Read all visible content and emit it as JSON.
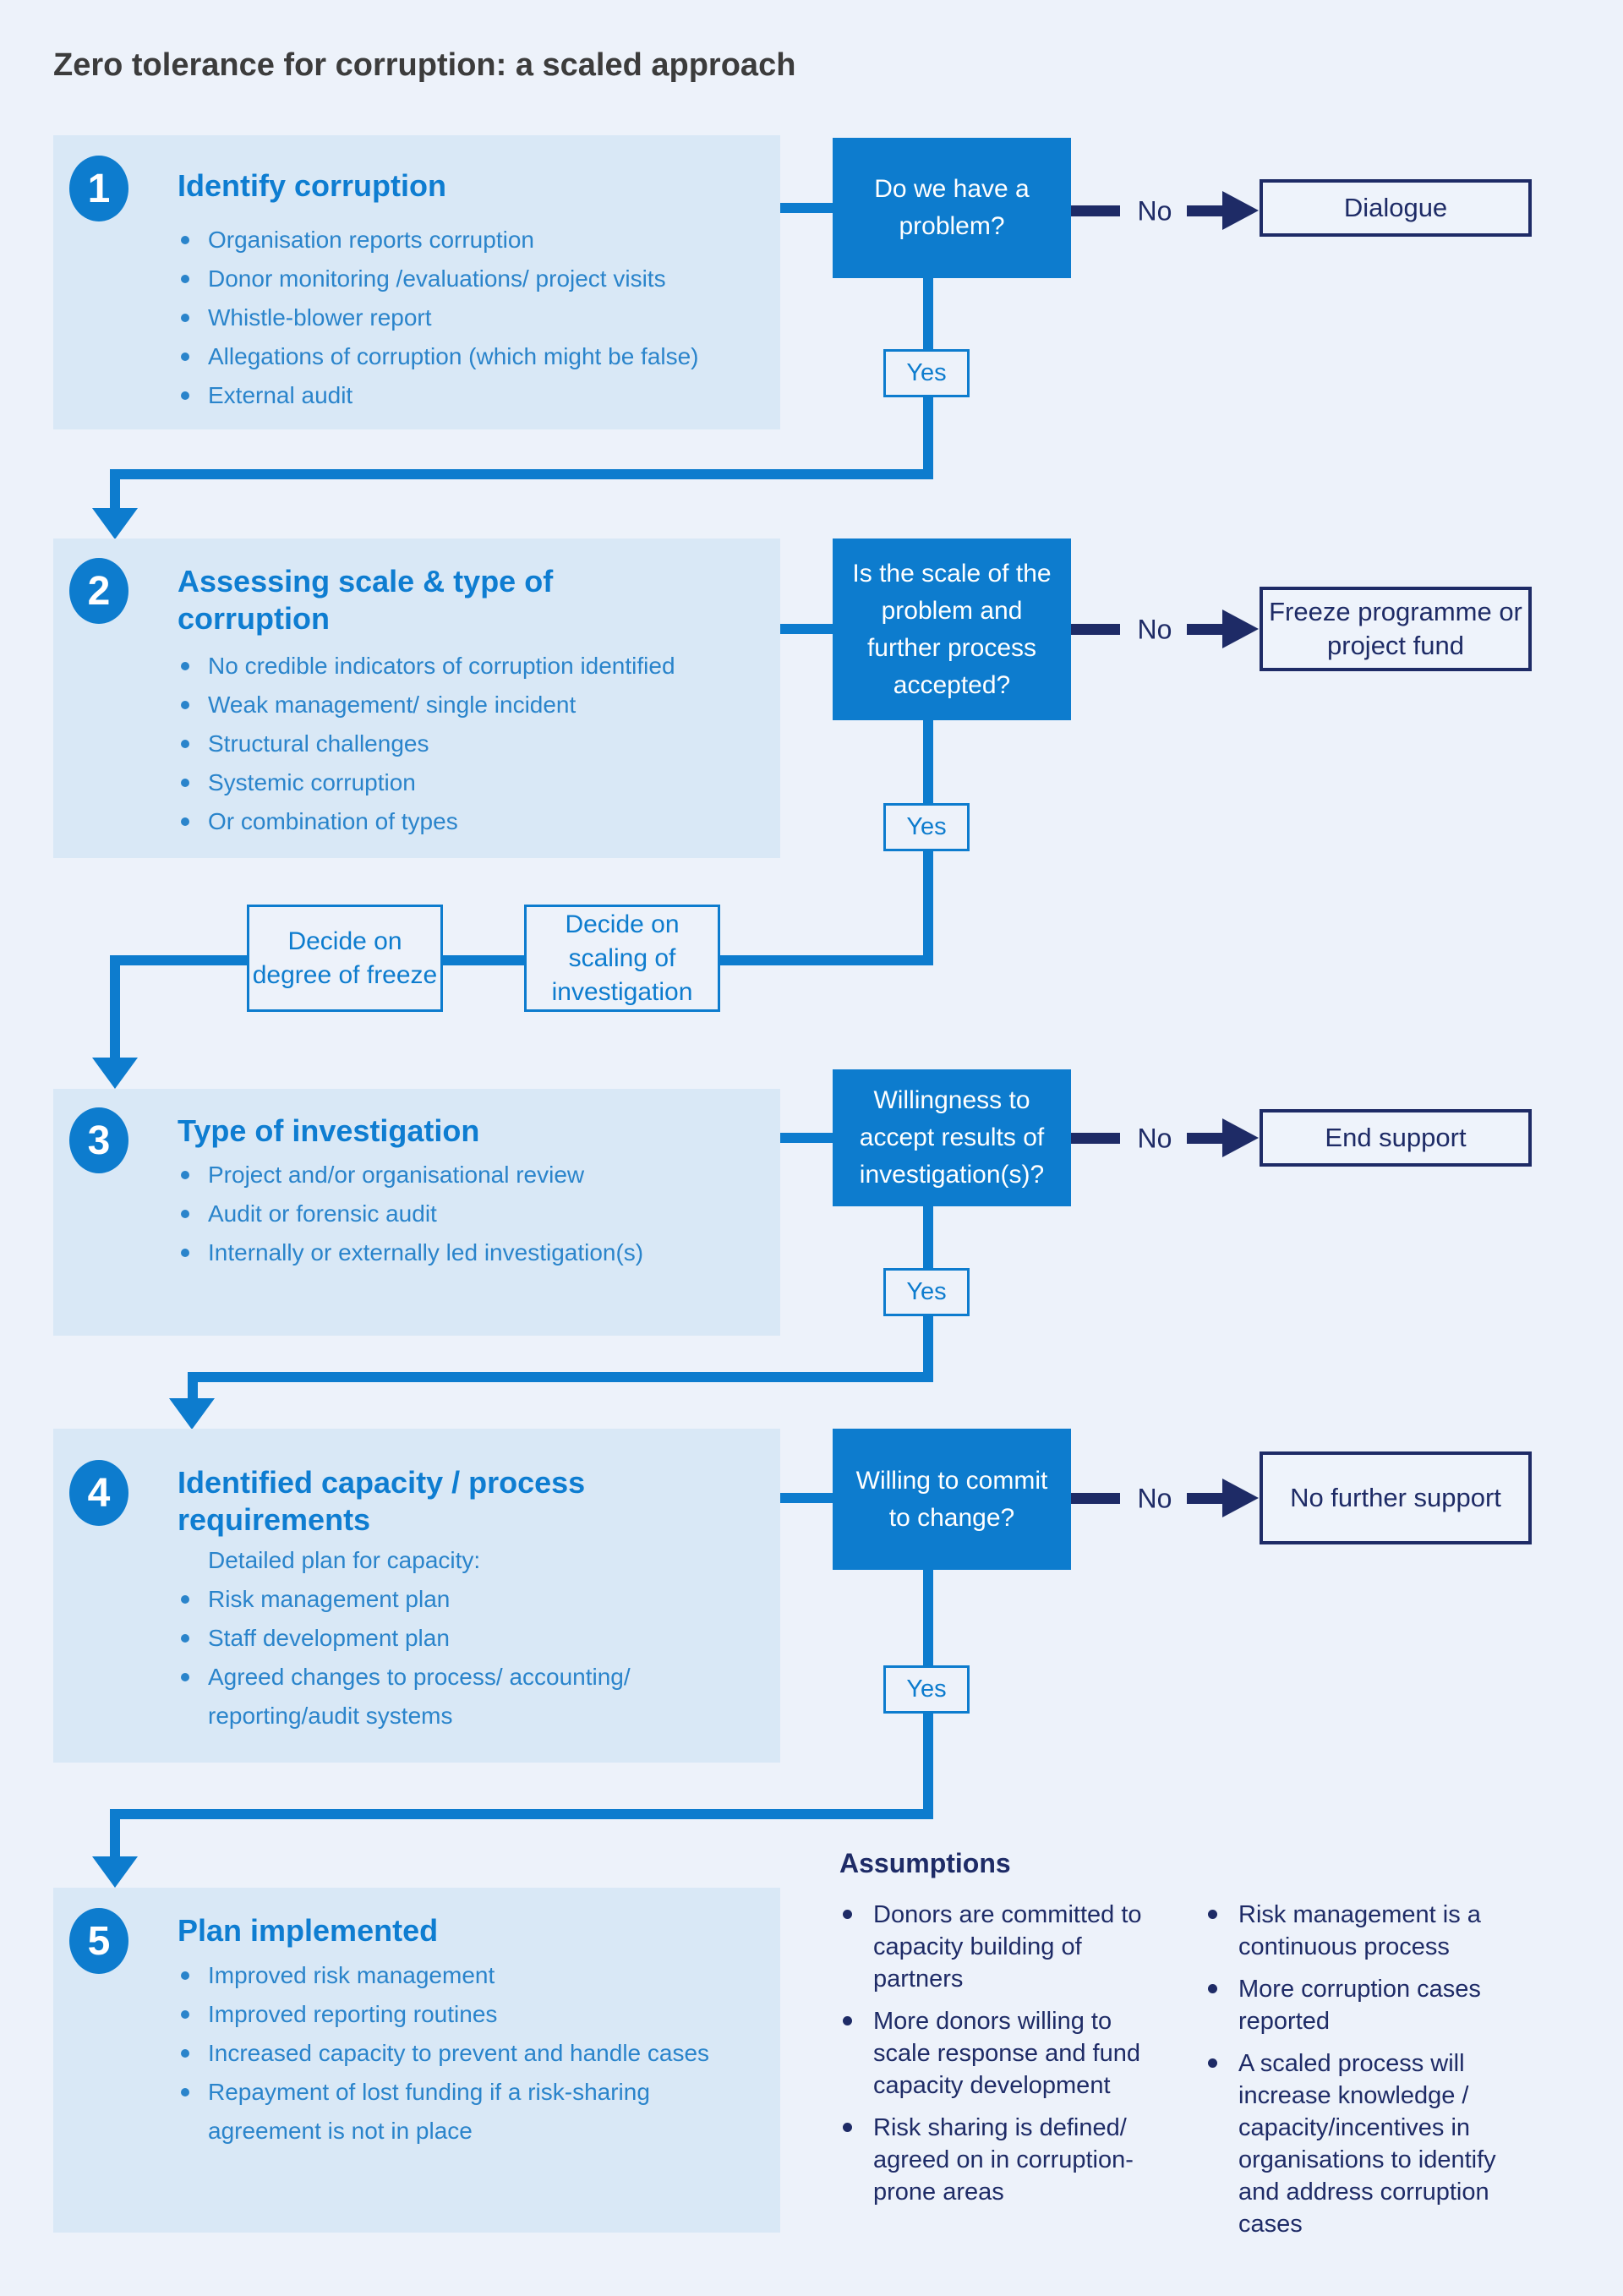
{
  "page": {
    "title": "Zero tolerance for corruption: a scaled approach"
  },
  "labels": {
    "yes": "Yes",
    "no": "No"
  },
  "steps": [
    {
      "number": "1",
      "title": "Identify corruption",
      "bullets": [
        "Organisation reports corruption",
        "Donor monitoring /evaluations/ project visits",
        "Whistle-blower report",
        "Allegations of corruption (which might be false)",
        "External audit"
      ],
      "decision": "Do we have a problem?",
      "no_result": "Dialogue"
    },
    {
      "number": "2",
      "title": "Assessing scale & type of corruption",
      "bullets": [
        "No credible indicators of corruption identified",
        "Weak management/ single incident",
        "Structural challenges",
        "Systemic corruption",
        "Or combination of types"
      ],
      "decision": "Is the scale of the problem and further process accepted?",
      "no_result": "Freeze programme or project fund"
    },
    {
      "number": "3",
      "title": "Type of investigation",
      "bullets": [
        "Project and/or organisational review",
        "Audit or forensic audit",
        "Internally or externally led investigation(s)"
      ],
      "decision": "Willingness to accept results of investigation(s)?",
      "no_result": "End support"
    },
    {
      "number": "4",
      "title": "Identified capacity / process requirements",
      "intro": "Detailed plan for capacity:",
      "bullets": [
        "Risk management plan",
        "Staff development plan",
        "Agreed changes to process/ accounting/ reporting/audit systems"
      ],
      "decision": "Willing to commit to change?",
      "no_result": "No further support"
    },
    {
      "number": "5",
      "title": "Plan implemented",
      "bullets": [
        "Improved risk management",
        "Improved reporting routines",
        "Increased capacity to prevent and handle cases",
        "Repayment of lost funding if a risk-sharing agreement is not in place"
      ]
    }
  ],
  "intermediate": {
    "freeze": "Decide on degree of freeze",
    "scaling": "Decide on scaling of investigation"
  },
  "assumptions": {
    "title": "Assumptions",
    "col1": [
      "Donors are committed to capacity building of partners",
      "More donors willing to scale response and fund capacity development",
      "Risk sharing is defined/ agreed on in corruption-prone areas"
    ],
    "col2": [
      "Risk management is a continuous process",
      "More corruption cases reported",
      "A scaled process will increase knowledge / capacity/incentives in organisations to identify and address corruption cases"
    ]
  },
  "colors": {
    "azure": "#0d7cce",
    "navy": "#1e2b66",
    "step_panel_bg": "#d9e8f6",
    "page_bg": "#edf2fa",
    "title_gray": "#3c3c3c",
    "bullet_blue": "#2a84cb"
  }
}
